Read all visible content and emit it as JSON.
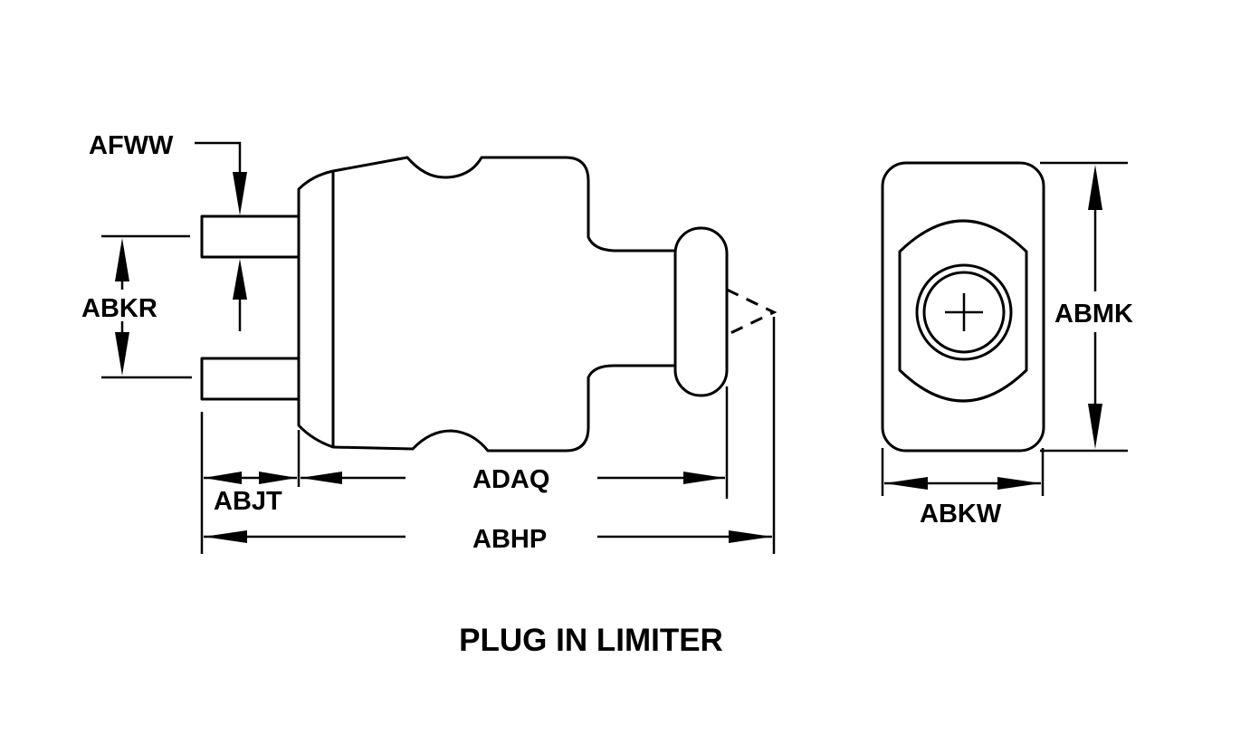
{
  "diagram": {
    "title": "PLUG IN LIMITER",
    "views": [
      "side-view",
      "end-view"
    ],
    "dimensions": {
      "afww": "AFWW",
      "abkr": "ABKR",
      "abjt": "ABJT",
      "adaq": "ADAQ",
      "abhp": "ABHP",
      "abmk": "ABMK",
      "abkw": "ABKW"
    },
    "colors": {
      "line": "#000000",
      "background": "#ffffff"
    }
  }
}
